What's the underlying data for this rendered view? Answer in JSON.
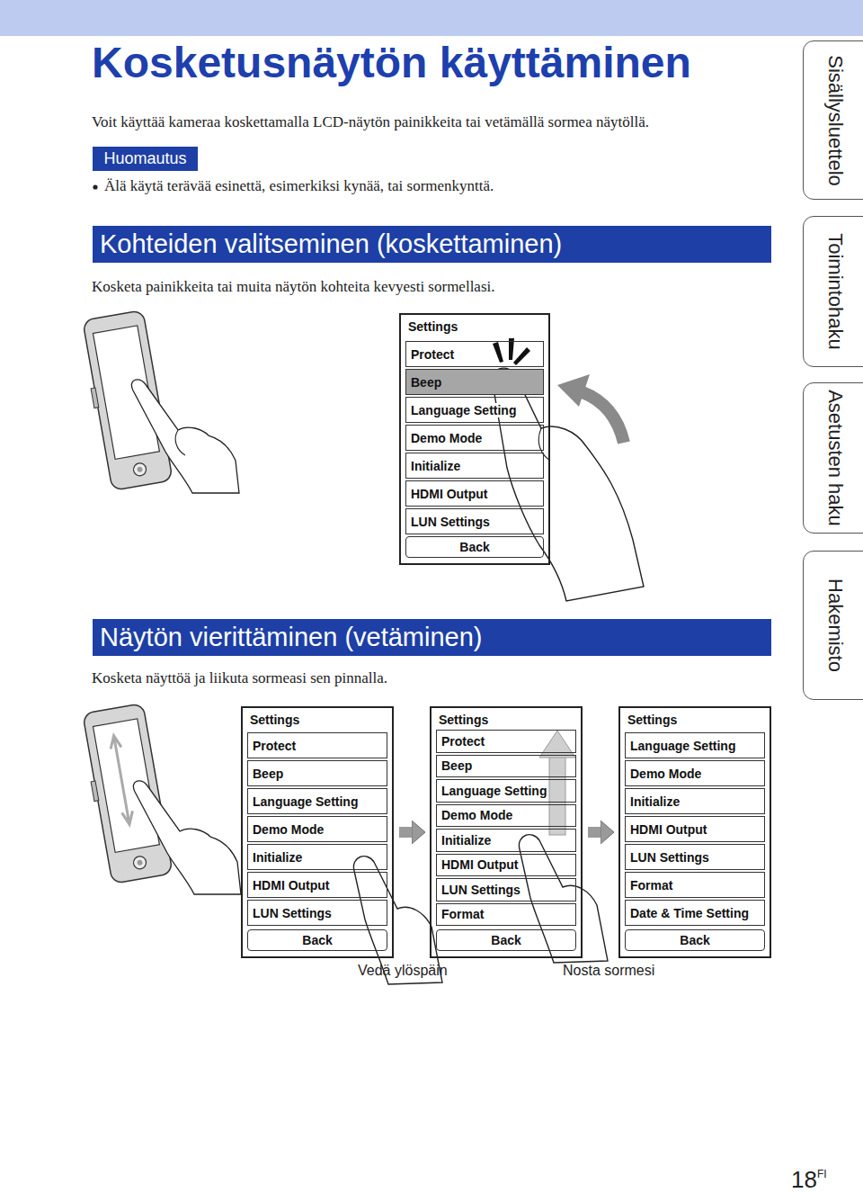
{
  "diagram": {
    "title": "Kosketusnäytön käyttäminen",
    "nodes": [
      {
        "text": [
          "Huomautus"
        ]
      },
      {
        "text": [
          "Kohteiden valitseminen (koskettaminen)"
        ]
      },
      {
        "text": [
          "Settings"
        ]
      },
      {
        "text": [
          "Protect"
        ],
        "in": 2
      },
      {
        "text": [
          "Beep"
        ],
        "in": 2
      },
      {
        "text": [
          "Language Setting"
        ],
        "in": 2
      },
      {
        "text": [
          "Demo Mode"
        ],
        "in": 2
      },
      {
        "text": [
          "Initialize"
        ],
        "in": 2
      },
      {
        "text": [
          "HDMI Output"
        ],
        "in": 2
      },
      {
        "text": [
          "LUN Settings"
        ],
        "in": 2
      },
      {
        "text": [
          "Back"
        ],
        "in": 2
      },
      {
        "text": [
          "Näytön vierittäminen (vetäminen)"
        ]
      },
      {
        "text": [
          "Settings"
        ]
      },
      {
        "text": [
          "Protect"
        ],
        "in": 12
      },
      {
        "text": [
          "Beep"
        ],
        "in": 12
      },
      {
        "text": [
          "Language Setting"
        ],
        "in": 12
      },
      {
        "text": [
          "Demo Mode"
        ],
        "in": 12
      },
      {
        "text": [
          "Initialize"
        ],
        "in": 12
      },
      {
        "text": [
          "HDMI Output"
        ],
        "in": 12
      },
      {
        "text": [
          "LUN Settings"
        ],
        "in": 12
      },
      {
        "text": [
          "Back"
        ],
        "in": 12
      },
      {
        "text": [
          "Settings"
        ]
      },
      {
        "text": [
          "Protect"
        ],
        "in": 21
      },
      {
        "text": [
          "Beep"
        ],
        "in": 21
      },
      {
        "text": [
          "Language Setting"
        ],
        "in": 21
      },
      {
        "text": [
          "Demo Mode"
        ],
        "in": 21
      },
      {
        "text": [
          "Initialize"
        ],
        "in": 21
      },
      {
        "text": [
          "HDMI Output"
        ],
        "in": 21
      },
      {
        "text": [
          "LUN Settings"
        ],
        "in": 21
      },
      {
        "text": [
          "Format"
        ],
        "in": 21
      },
      {
        "text": [
          "Back"
        ],
        "in": 21
      },
      {
        "text": [
          "Settings"
        ]
      },
      {
        "text": [
          "Language Setting"
        ],
        "in": 31
      },
      {
        "text": [
          "Demo Mode"
        ],
        "in": 31
      },
      {
        "text": [
          "Initialize"
        ],
        "in": 31
      },
      {
        "text": [
          "HDMI Output"
        ],
        "in": 31
      },
      {
        "text": [
          "LUN Settings"
        ],
        "in": 31
      },
      {
        "text": [
          "Format"
        ],
        "in": 31
      },
      {
        "text": [
          "Date & Time Setting"
        ],
        "in": 31
      },
      {
        "text": [
          "Back"
        ],
        "in": 31
      },
      {
        "text": [
          "Sisällysluettelo"
        ]
      },
      {
        "text": [
          "Toimintohaku"
        ]
      },
      {
        "text": [
          "Asetusten haku"
        ]
      },
      {
        "text": [
          "Hakemisto"
        ]
      }
    ],
    "edges": [
      {
        "from": 12,
        "to": 21,
        "arrow": "to"
      },
      {
        "from": 21,
        "to": 31,
        "arrow": "to"
      }
    ],
    "labels": [
      "Voit käyttää kameraa koskettamalla LCD-näytön painikkeita tai vetämällä sormea näytöllä.",
      "Älä käytä terävää esinettä, esimerkiksi kynää, tai sormenkynttä.",
      "Kosketa painikkeita tai muita näytön kohteita kevyesti sormellasi.",
      "Kosketa näyttöä ja liikuta sormeasi sen pinnalla.",
      "Vedä ylöspäin",
      "Nosta sormesi",
      "18",
      "FI"
    ]
  }
}
